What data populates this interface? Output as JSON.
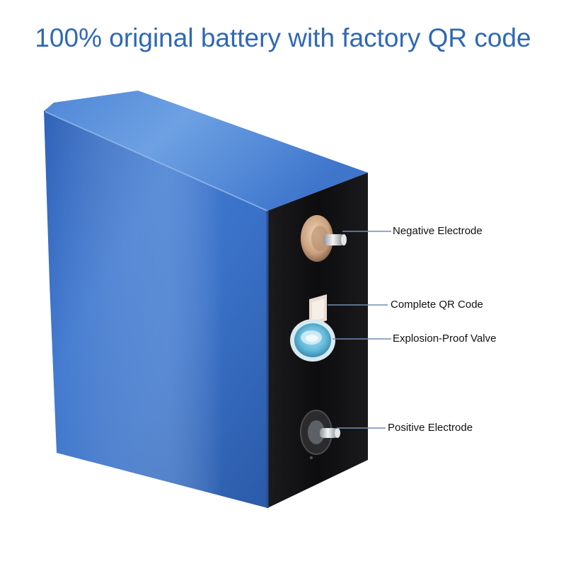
{
  "headline": "100% original battery with factory QR code",
  "callouts": {
    "negative": "Negative Electrode",
    "qr": "Complete QR Code",
    "valve": "Explosion-Proof Valve",
    "positive": "Positive Electrode"
  },
  "colors": {
    "headline": "#2f68b7",
    "shell_blue": "#2f62b8",
    "end_cap": "#111111",
    "valve": "#63b8d8",
    "leader_line": "#6f8fb3"
  }
}
